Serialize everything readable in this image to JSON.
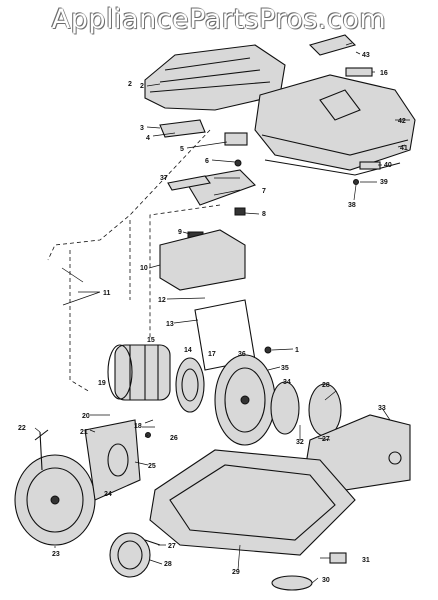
{
  "watermark": "AppliancePartsPros.com",
  "callouts": [
    "1",
    "2",
    "3",
    "4",
    "5",
    "6",
    "7",
    "8",
    "9",
    "10",
    "11",
    "12",
    "13",
    "14",
    "15",
    "16",
    "17",
    "18",
    "19",
    "20",
    "21",
    "22",
    "23",
    "24",
    "25",
    "26",
    "27",
    "28",
    "29",
    "30",
    "31",
    "32",
    "33",
    "34",
    "35",
    "36",
    "37",
    "38",
    "39",
    "40",
    "41",
    "42",
    "43"
  ]
}
